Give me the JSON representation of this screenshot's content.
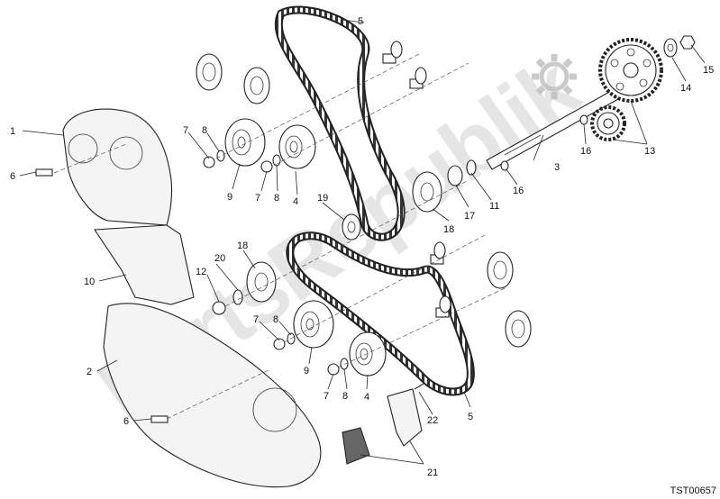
{
  "diagram": {
    "drawing_code": "TST00657",
    "watermark_text": "PartsRepublik",
    "callouts": [
      {
        "id": "c1",
        "label": "1"
      },
      {
        "id": "c2",
        "label": "2"
      },
      {
        "id": "c3",
        "label": "3"
      },
      {
        "id": "c4a",
        "label": "4"
      },
      {
        "id": "c4b",
        "label": "4"
      },
      {
        "id": "c5a",
        "label": "5"
      },
      {
        "id": "c5b",
        "label": "5"
      },
      {
        "id": "c6a",
        "label": "6"
      },
      {
        "id": "c6b",
        "label": "6"
      },
      {
        "id": "c7a",
        "label": "7"
      },
      {
        "id": "c7b",
        "label": "7"
      },
      {
        "id": "c7c",
        "label": "7"
      },
      {
        "id": "c7d",
        "label": "7"
      },
      {
        "id": "c8a",
        "label": "8"
      },
      {
        "id": "c8b",
        "label": "8"
      },
      {
        "id": "c8c",
        "label": "8"
      },
      {
        "id": "c8d",
        "label": "8"
      },
      {
        "id": "c9a",
        "label": "9"
      },
      {
        "id": "c9b",
        "label": "9"
      },
      {
        "id": "c10",
        "label": "10"
      },
      {
        "id": "c11",
        "label": "11"
      },
      {
        "id": "c12",
        "label": "12"
      },
      {
        "id": "c13",
        "label": "13"
      },
      {
        "id": "c14",
        "label": "14"
      },
      {
        "id": "c15",
        "label": "15"
      },
      {
        "id": "c16a",
        "label": "16"
      },
      {
        "id": "c16b",
        "label": "16"
      },
      {
        "id": "c17",
        "label": "17"
      },
      {
        "id": "c18a",
        "label": "18"
      },
      {
        "id": "c18b",
        "label": "18"
      },
      {
        "id": "c19",
        "label": "19"
      },
      {
        "id": "c20",
        "label": "20"
      },
      {
        "id": "c21",
        "label": "21"
      },
      {
        "id": "c22",
        "label": "22"
      }
    ]
  }
}
